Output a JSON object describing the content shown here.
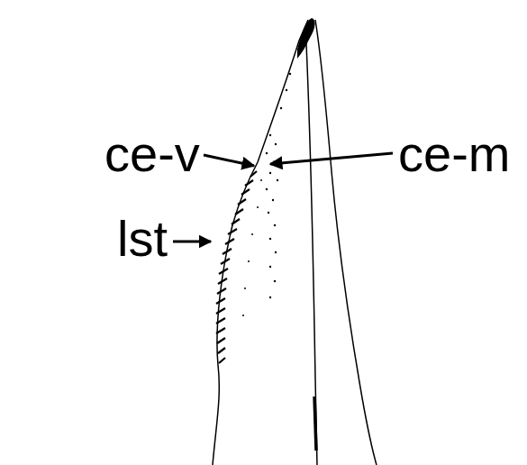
{
  "diagram": {
    "labels": [
      "ce-v",
      "ce-m",
      "lst"
    ]
  }
}
